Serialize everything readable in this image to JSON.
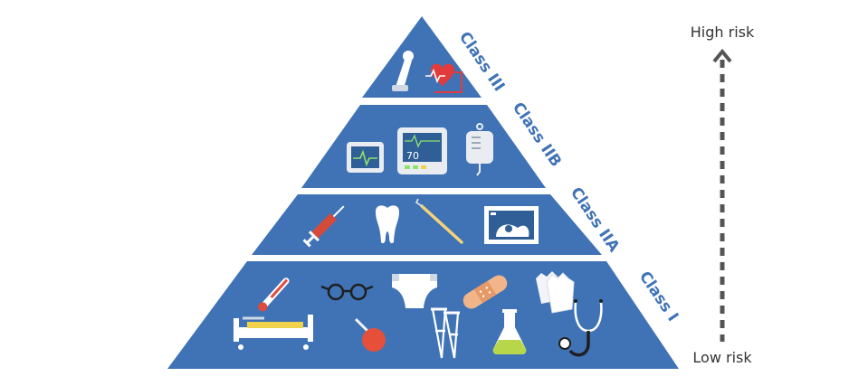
{
  "colors": {
    "tier": "#3f73b6",
    "label": "#3f73b6",
    "risk_text": "#333333",
    "arrow": "#555555"
  },
  "tiers": [
    {
      "label": "Class III",
      "icons": [
        "leg-prosthesis-icon",
        "pacemaker-heart-icon"
      ]
    },
    {
      "label": "Class IIB",
      "icons": [
        "monitor-icon",
        "patient-monitor-icon",
        "iv-bag-icon"
      ]
    },
    {
      "label": "Class IIA",
      "icons": [
        "syringe-icon",
        "tooth-icon",
        "dental-probe-icon",
        "ultrasound-icon"
      ]
    },
    {
      "label": "Class I",
      "icons": [
        "thermometer-icon",
        "glasses-icon",
        "diaper-icon",
        "bandage-icon",
        "gloves-icon",
        "hospital-bed-icon",
        "suction-bulb-icon",
        "crutches-icon",
        "flask-icon",
        "stethoscope-icon"
      ]
    }
  ],
  "risk_axis": {
    "high": "High risk",
    "low": "Low risk"
  },
  "patient_monitor_value": "70"
}
